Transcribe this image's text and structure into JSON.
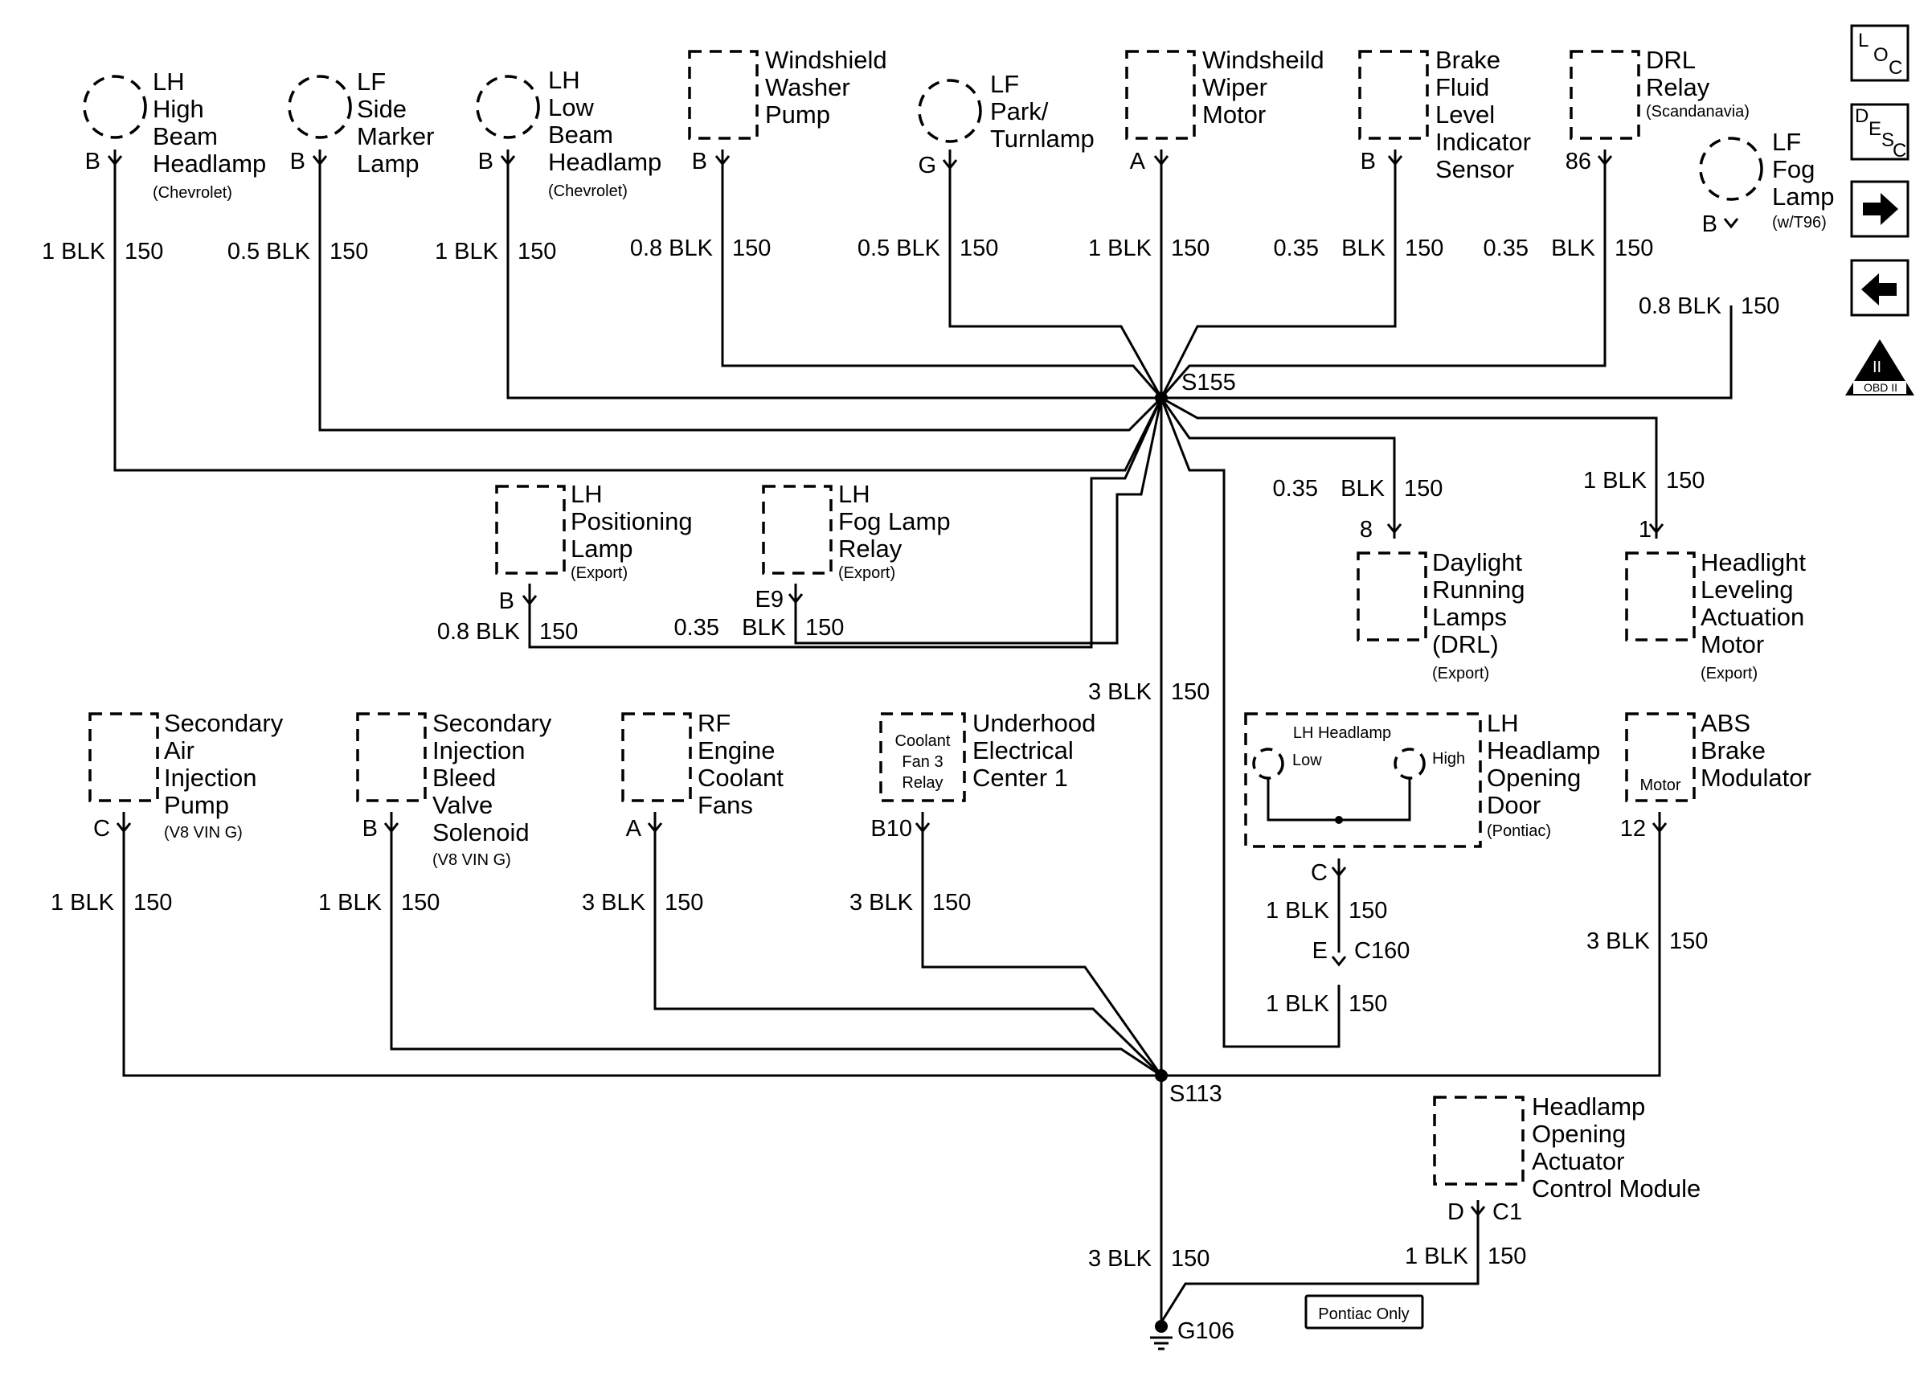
{
  "top_components": [
    {
      "id": "lh-high-beam",
      "lines": [
        "LH",
        "High",
        "Beam",
        "Headlamp"
      ],
      "note": "(Chevrolet)",
      "pin": "B",
      "wire": "1 BLK",
      "circuit": "150"
    },
    {
      "id": "lf-side-marker",
      "lines": [
        "LF",
        "Side",
        "Marker",
        "Lamp"
      ],
      "note": "",
      "pin": "B",
      "wire": "0.5 BLK",
      "circuit": "150"
    },
    {
      "id": "lh-low-beam",
      "lines": [
        "LH",
        "Low",
        "Beam",
        "Headlamp"
      ],
      "note": "(Chevrolet)",
      "pin": "B",
      "wire": "1 BLK",
      "circuit": "150"
    },
    {
      "id": "washer-pump",
      "lines": [
        "Windshield",
        "Washer",
        "Pump"
      ],
      "note": "",
      "pin": "B",
      "wire": "0.8 BLK",
      "circuit": "150"
    },
    {
      "id": "lf-park-turn",
      "lines": [
        "LF",
        "Park/",
        "Turnlamp"
      ],
      "note": "",
      "pin": "G",
      "wire": "0.5 BLK",
      "circuit": "150"
    },
    {
      "id": "wiper-motor",
      "lines": [
        "Windsheild",
        "Wiper",
        "Motor"
      ],
      "note": "",
      "pin": "A",
      "wire": "1 BLK",
      "circuit": "150"
    },
    {
      "id": "brake-fluid",
      "lines": [
        "Brake",
        "Fluid",
        "Level",
        "Indicator",
        "Sensor"
      ],
      "note": "",
      "pin": "B",
      "wire_a": "0.35",
      "wire_b": "BLK",
      "circuit": "150"
    },
    {
      "id": "drl-relay",
      "lines": [
        "DRL",
        "Relay"
      ],
      "note": "(Scandanavia)",
      "pin": "86",
      "wire_a": "0.35",
      "wire_b": "BLK",
      "circuit": "150"
    },
    {
      "id": "lf-fog",
      "lines": [
        "LF",
        "Fog",
        "Lamp"
      ],
      "note": "(w/T96)",
      "pin": "B",
      "wire": "0.8 BLK",
      "circuit": "150"
    }
  ],
  "mid_components": [
    {
      "id": "lh-positioning",
      "lines": [
        "LH",
        "Positioning",
        "Lamp"
      ],
      "note": "(Export)",
      "pin": "B",
      "wire": "0.8 BLK",
      "circuit": "150"
    },
    {
      "id": "lh-fog-relay",
      "lines": [
        "LH",
        "Fog Lamp",
        "Relay"
      ],
      "note": "(Export)",
      "pin": "E9",
      "wire_a": "0.35",
      "wire_b": "BLK",
      "circuit": "150"
    },
    {
      "id": "drl-export",
      "lines": [
        "Daylight",
        "Running",
        "Lamps",
        "(DRL)"
      ],
      "note": "(Export)",
      "pin": "8",
      "wire_a": "0.35",
      "wire_b": "BLK",
      "circuit": "150"
    },
    {
      "id": "leveling-motor",
      "lines": [
        "Headlight",
        "Leveling",
        "Actuation",
        "Motor"
      ],
      "note": "(Export)",
      "pin": "1",
      "wire": "1 BLK",
      "circuit": "150"
    }
  ],
  "bottom_components": [
    {
      "id": "sec-air-pump",
      "lines": [
        "Secondary",
        "Air",
        "Injection",
        "Pump"
      ],
      "note": "(V8 VIN G)",
      "pin": "C",
      "wire": "1 BLK",
      "circuit": "150"
    },
    {
      "id": "sec-bleed-valve",
      "lines": [
        "Secondary",
        "Injection",
        "Bleed",
        "Valve",
        "Solenoid"
      ],
      "note": "(V8 VIN G)",
      "pin": "B",
      "wire": "1 BLK",
      "circuit": "150"
    },
    {
      "id": "rf-coolant-fans",
      "lines": [
        "RF",
        "Engine",
        "Coolant",
        "Fans"
      ],
      "note": "",
      "pin": "A",
      "wire": "3 BLK",
      "circuit": "150"
    },
    {
      "id": "underhood-center",
      "lines": [
        "Underhood",
        "Electrical",
        "Center 1"
      ],
      "inner": [
        "Coolant",
        "Fan 3",
        "Relay"
      ],
      "pin": "B10",
      "wire": "3 BLK",
      "circuit": "150"
    },
    {
      "id": "lh-opening-door",
      "lines": [
        "LH",
        "Headlamp",
        "Opening",
        "Door"
      ],
      "note": "(Pontiac)",
      "inner_title": "LH Headlamp",
      "low": "Low",
      "high": "High",
      "pin": "C",
      "wire": "1 BLK",
      "circuit": "150",
      "connector_pin": "E",
      "connector": "C160",
      "wire2": "1 BLK",
      "circuit2": "150"
    },
    {
      "id": "abs-modulator",
      "lines": [
        "ABS",
        "Brake",
        "Modulator"
      ],
      "inner": [
        "Motor"
      ],
      "pin": "12",
      "wire": "3 BLK",
      "circuit": "150"
    },
    {
      "id": "opening-actuator",
      "lines": [
        "Headlamp",
        "Opening",
        "Actuator",
        "Control Module"
      ],
      "pin": "D",
      "pin_conn": "C1",
      "wire": "1 BLK",
      "circuit": "150"
    }
  ],
  "splices": {
    "top": "S155",
    "bottom": "S113",
    "ground": "G106"
  },
  "trunk": {
    "mid_wire": "3 BLK",
    "mid_circuit": "150",
    "low_wire": "3 BLK",
    "low_circuit": "150"
  },
  "pontiac_only": "Pontiac Only",
  "side_icons": {
    "loc": {
      "a": "L",
      "b": "O",
      "c": "C"
    },
    "desc": {
      "a": "D",
      "b": "E",
      "c": "S",
      "d": "C"
    },
    "forward": "forward-arrow",
    "back": "back-arrow",
    "obd": {
      "roman": "II",
      "label": "OBD II"
    }
  }
}
